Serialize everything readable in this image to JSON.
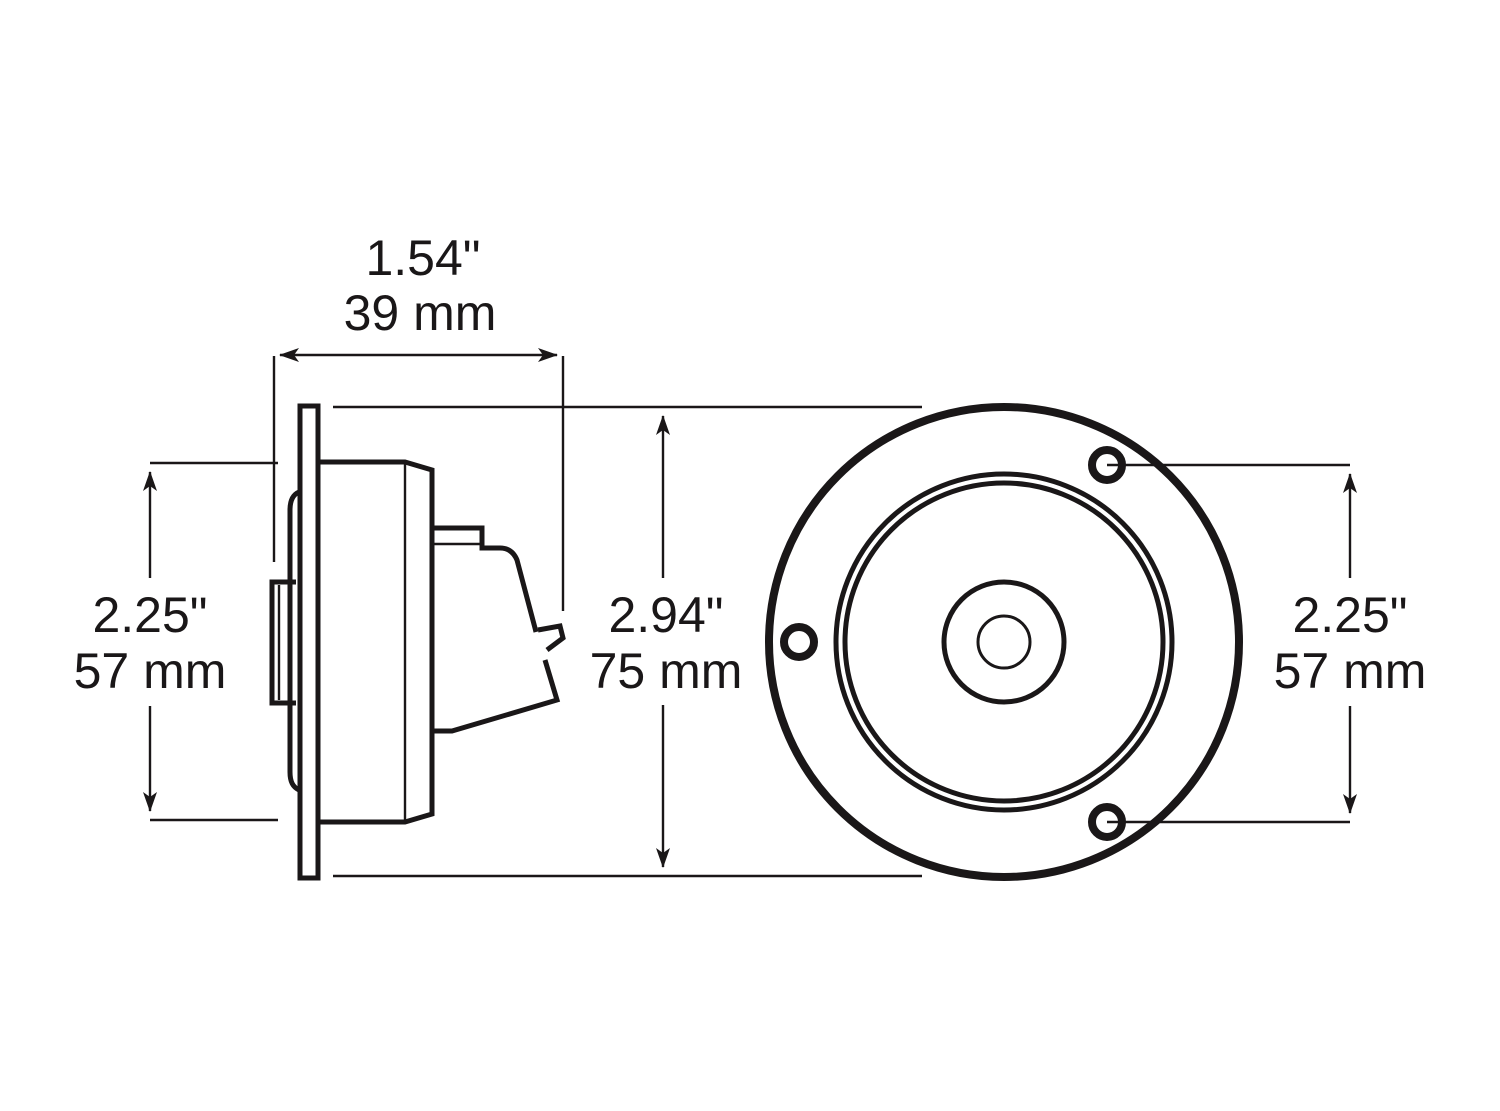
{
  "diagram": {
    "type": "technical dimension drawing",
    "views": [
      "side-view",
      "front-view"
    ],
    "line_color": "#1a1718",
    "background": "#ffffff"
  },
  "dimensions": {
    "depth": {
      "inches": "1.54\"",
      "mm": "39 mm"
    },
    "side_mount": {
      "inches": "2.25\"",
      "mm": "57 mm"
    },
    "overall_diameter": {
      "inches": "2.94\"",
      "mm": "75 mm"
    },
    "front_mount": {
      "inches": "2.25\"",
      "mm": "57 mm"
    }
  }
}
